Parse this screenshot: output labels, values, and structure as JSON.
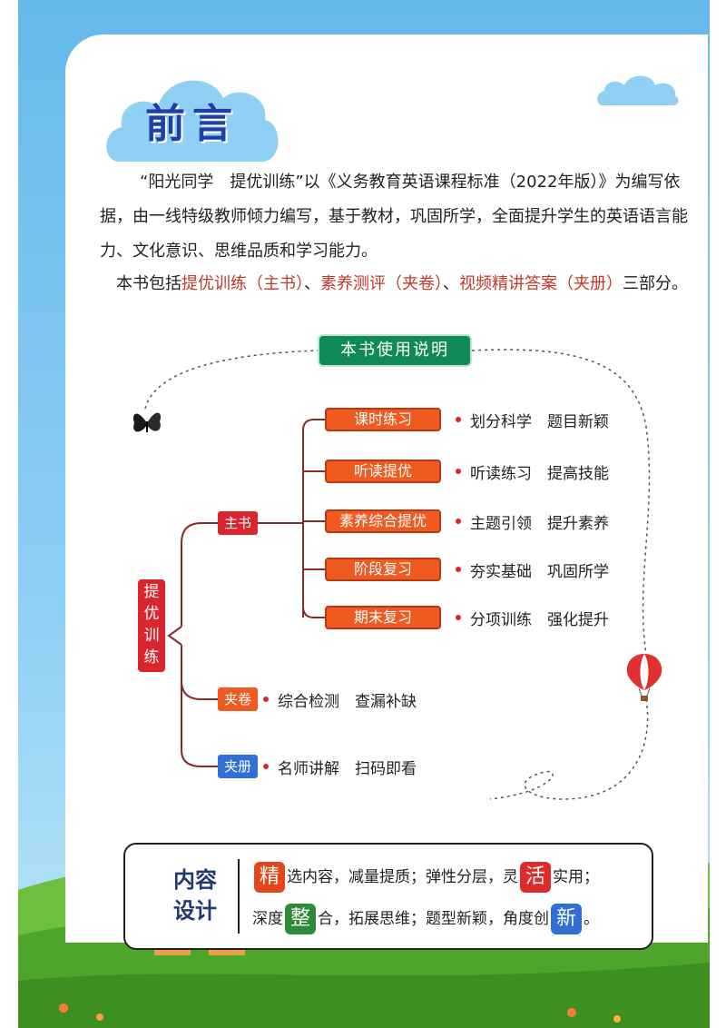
{
  "title": "前言",
  "intro": {
    "p1": "“阳光同学　提优训练”以《义务教育英语课程标准（2022年版）》为编写依据，由一线特级教师倾力编写，基于教材，巩固所学，全面提升学生的英语语言能力、文化意识、思维品质和学习能力。",
    "p2_a": "本书包括",
    "p2_h1": "提优训练（主书）",
    "p2_b": "、",
    "p2_h2": "素养测评（夹卷）",
    "p2_c": "、",
    "p2_h3": "视频精讲答案（夹册）",
    "p2_d": "三部分。"
  },
  "usage_label": "本书使用说明",
  "tree": {
    "root": "提优训练",
    "main_book": {
      "label": "主书",
      "branches": [
        {
          "label": "课时练习",
          "desc": "划分科学　题目新颖"
        },
        {
          "label": "听读提优",
          "desc": "听读练习　提高技能"
        },
        {
          "label": "素养综合提优",
          "desc": "主题引领　提升素养"
        },
        {
          "label": "阶段复习",
          "desc": "夯实基础　巩固所学"
        },
        {
          "label": "期末复习",
          "desc": "分项训练　强化提升"
        }
      ]
    },
    "test_paper": {
      "label": "夹卷",
      "desc": "综合检测　查漏补缺"
    },
    "booklet": {
      "label": "夹册",
      "desc": "名师讲解　扫码即看"
    }
  },
  "design": {
    "title": "内容设计",
    "line1": {
      "c1": "精",
      "t1": "选内容，减量提质；弹性分层，灵",
      "c2": "活",
      "t2": "实用；"
    },
    "line2": {
      "t1": "深度",
      "c1": "整",
      "t2": "合，拓展思维；题型新颖，角度创",
      "c2": "新",
      "t3": "。"
    }
  },
  "colors": {
    "title": "#1f3ea8",
    "highlight": "#c0392b",
    "usage_label_bg": "#0f8a55",
    "branch_pill": "#ef5a21",
    "main_tag": "#d9262e",
    "test_tag": "#f05a1e",
    "booklet_tag": "#2f6fd6"
  }
}
